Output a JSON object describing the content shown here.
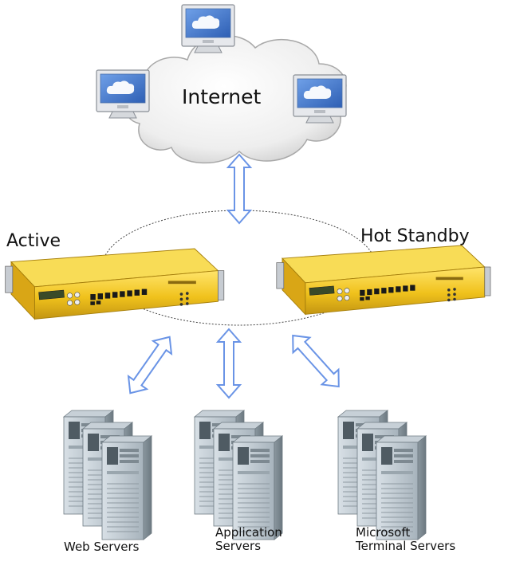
{
  "labels": {
    "internet": "Internet",
    "active": "Active",
    "hot_standby": "Hot Standby",
    "web_servers": "Web Servers",
    "application_servers": "Application\nServers",
    "terminal_servers": "Microsoft\nTerminal Servers"
  },
  "colors": {
    "arrow": "#6a94e6",
    "appliance": "#f2c21a",
    "cloud": "#f0f0f0",
    "server": "#8e9ba4"
  }
}
